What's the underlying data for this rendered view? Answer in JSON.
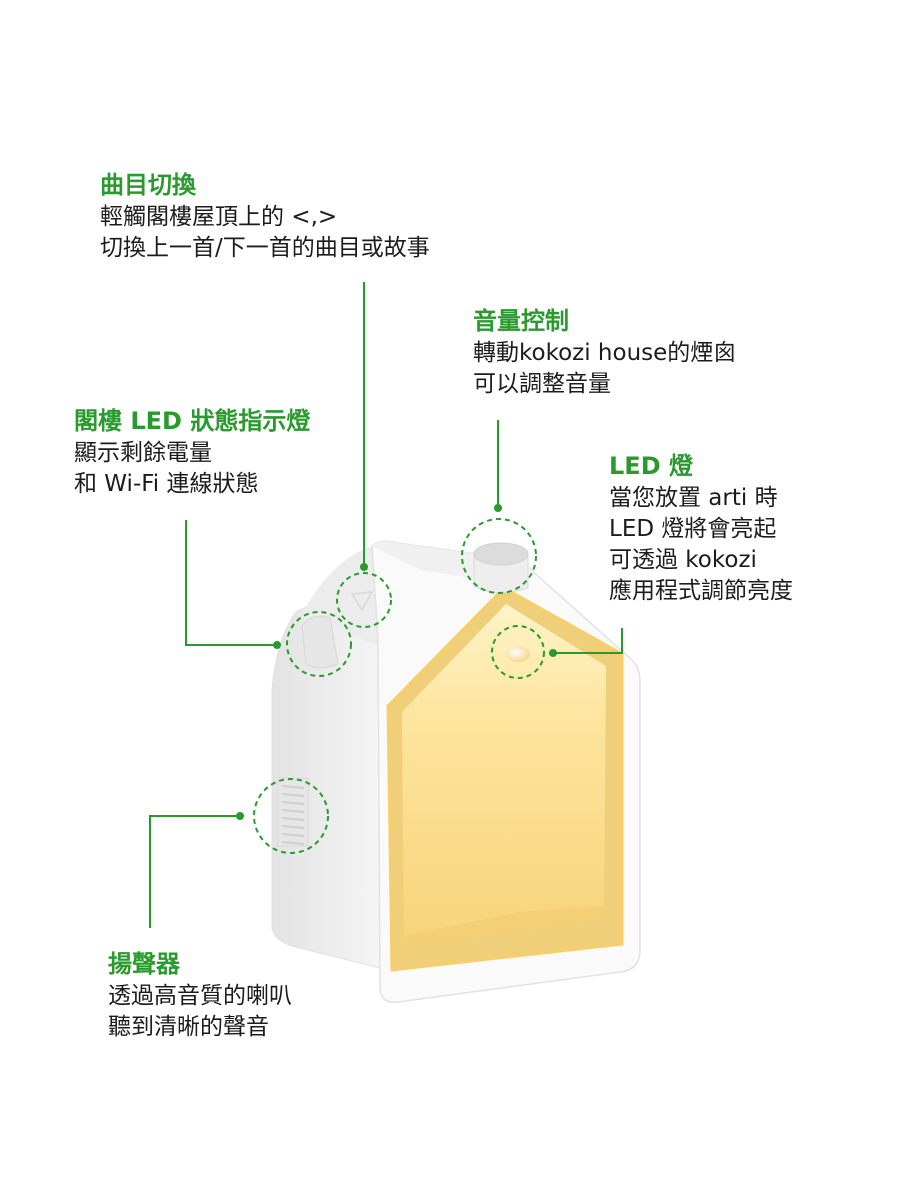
{
  "annotations": {
    "track_switch": {
      "title": "曲目切換",
      "lines": [
        "輕觸閣樓屋頂上的 <,>",
        "切換上一首/下一首的曲目或故事"
      ]
    },
    "volume_control": {
      "title": "音量控制",
      "lines": [
        "轉動kokozi house的煙囪",
        "可以調整音量"
      ]
    },
    "attic_led_status": {
      "title": "閣樓 LED 狀態指示燈",
      "lines": [
        "顯示剩餘電量",
        "和 Wi-Fi 連線狀態"
      ]
    },
    "led_light": {
      "title": "LED 燈",
      "lines": [
        "當您放置 arti 時",
        "LED 燈將會亮起",
        "可透過 kokozi",
        "應用程式調節亮度"
      ]
    },
    "speaker": {
      "title": "揚聲器",
      "lines": [
        "透過高音質的喇叭",
        "聽到清晰的聲音"
      ]
    }
  },
  "colors": {
    "accent_green": "#2a9a2e",
    "house_white": "#f4f4f4",
    "glow_yellow": "#fbdc8e"
  }
}
